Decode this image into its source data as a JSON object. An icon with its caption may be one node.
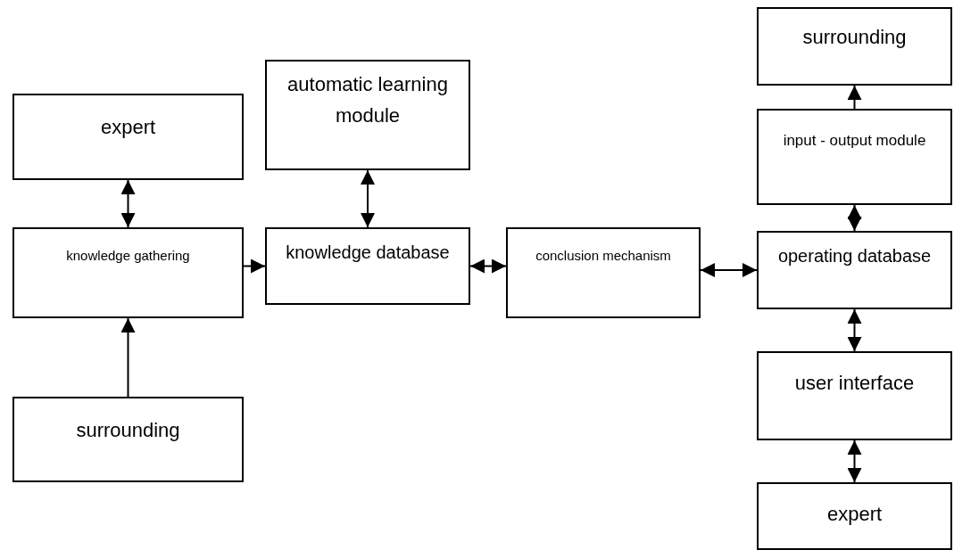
{
  "diagram": {
    "nodes": [
      {
        "text": [
          "expert"
        ]
      },
      {
        "text": [
          "knowledge gathering"
        ]
      },
      {
        "text": [
          "surrounding"
        ]
      },
      {
        "text": [
          "automatic learning module"
        ]
      },
      {
        "text": [
          "knowledge database"
        ]
      },
      {
        "text": [
          "conclusion mechanism"
        ]
      },
      {
        "text": [
          "surrounding"
        ]
      },
      {
        "text": [
          "input - output module"
        ]
      },
      {
        "text": [
          "operating database"
        ]
      },
      {
        "text": [
          "user interface"
        ]
      },
      {
        "text": [
          "expert"
        ]
      }
    ],
    "edges": [
      {
        "from": 0,
        "to": 1,
        "arrow": "both"
      },
      {
        "from": 2,
        "to": 1,
        "arrow": "to"
      },
      {
        "from": 1,
        "to": 4,
        "arrow": "to"
      },
      {
        "from": 3,
        "to": 4,
        "arrow": "both"
      },
      {
        "from": 4,
        "to": 5,
        "arrow": "both"
      },
      {
        "from": 5,
        "to": 8,
        "arrow": "both"
      },
      {
        "from": 7,
        "to": 6,
        "arrow": "to"
      },
      {
        "from": 8,
        "to": 7,
        "arrow": "both"
      },
      {
        "from": 8,
        "to": 9,
        "arrow": "both"
      },
      {
        "from": 9,
        "to": 10,
        "arrow": "both"
      }
    ]
  }
}
